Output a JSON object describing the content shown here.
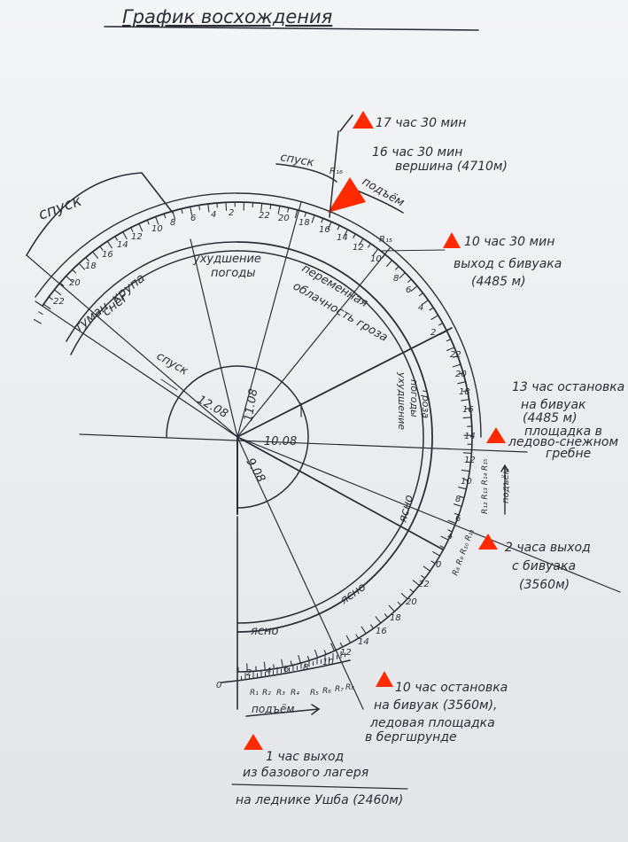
{
  "title": "График восхождения",
  "sectors": {
    "descent_big": "спуск",
    "descent_small": "спуск",
    "ascent_top": "подъём",
    "ascent_bottom": "подъём",
    "ascent_right": "подъём"
  },
  "weather": {
    "fog": "туман, крупа",
    "fog2": "снег",
    "worse": "ухудшение",
    "worse2": "погоды",
    "cloudy": "переменная",
    "cloudy2": "облачность гроза",
    "worse_right": "ухудшение",
    "worse_right2": "погоды",
    "worse_right3": "гроза",
    "clear1": "ясно",
    "clear2": "ясно",
    "clear3": "ясно"
  },
  "dates": {
    "d12": "12.08",
    "d11": "11.08",
    "d10": "10.08",
    "d9": "9.08"
  },
  "rope_labels": {
    "r16": "R₁₆",
    "r15": "R₁₅",
    "bottom": [
      "R₁",
      "R₂",
      "R₃",
      "R₄",
      "R₅",
      "R₆",
      "R₇",
      "R₈"
    ],
    "right_low": "R₈ R₉ R₁₀ R₁₁",
    "right_high": "R₁₂ R₁₃ R₁₄ R₁₅"
  },
  "events": {
    "e1_time": "17 час 30 мин",
    "e2_time": "16 час 30 мин",
    "e2_desc": "вершина (4710м)",
    "e3_time": "10 час 30 мин",
    "e3_desc1": "выход с бивуака",
    "e3_desc2": "(4485 м)",
    "e4_time": "13 час остановка",
    "e4_desc1": "на бивуак",
    "e4_desc2": "(4485 м)",
    "e4_desc3": "площадка в",
    "e4_desc4": "ледово-снежном",
    "e4_desc5": "гребне",
    "e5_time": "2 часа выход",
    "e5_desc1": "с бивуака",
    "e5_desc2": "(3560м)",
    "e6_time": "10 час остановка",
    "e6_desc1": "на бивуак (3560м),",
    "e6_desc2": "ледовая площадка",
    "e6_desc3": "в бергшрунде",
    "e7_time": "1 час выход",
    "e7_desc1": "из базового лагеря",
    "e7_desc2": "на леднике Ушба (2460м)"
  },
  "hour_ticks": [
    "0",
    "2",
    "4",
    "6",
    "8",
    "10",
    "12",
    "14",
    "16",
    "18",
    "20",
    "22"
  ]
}
